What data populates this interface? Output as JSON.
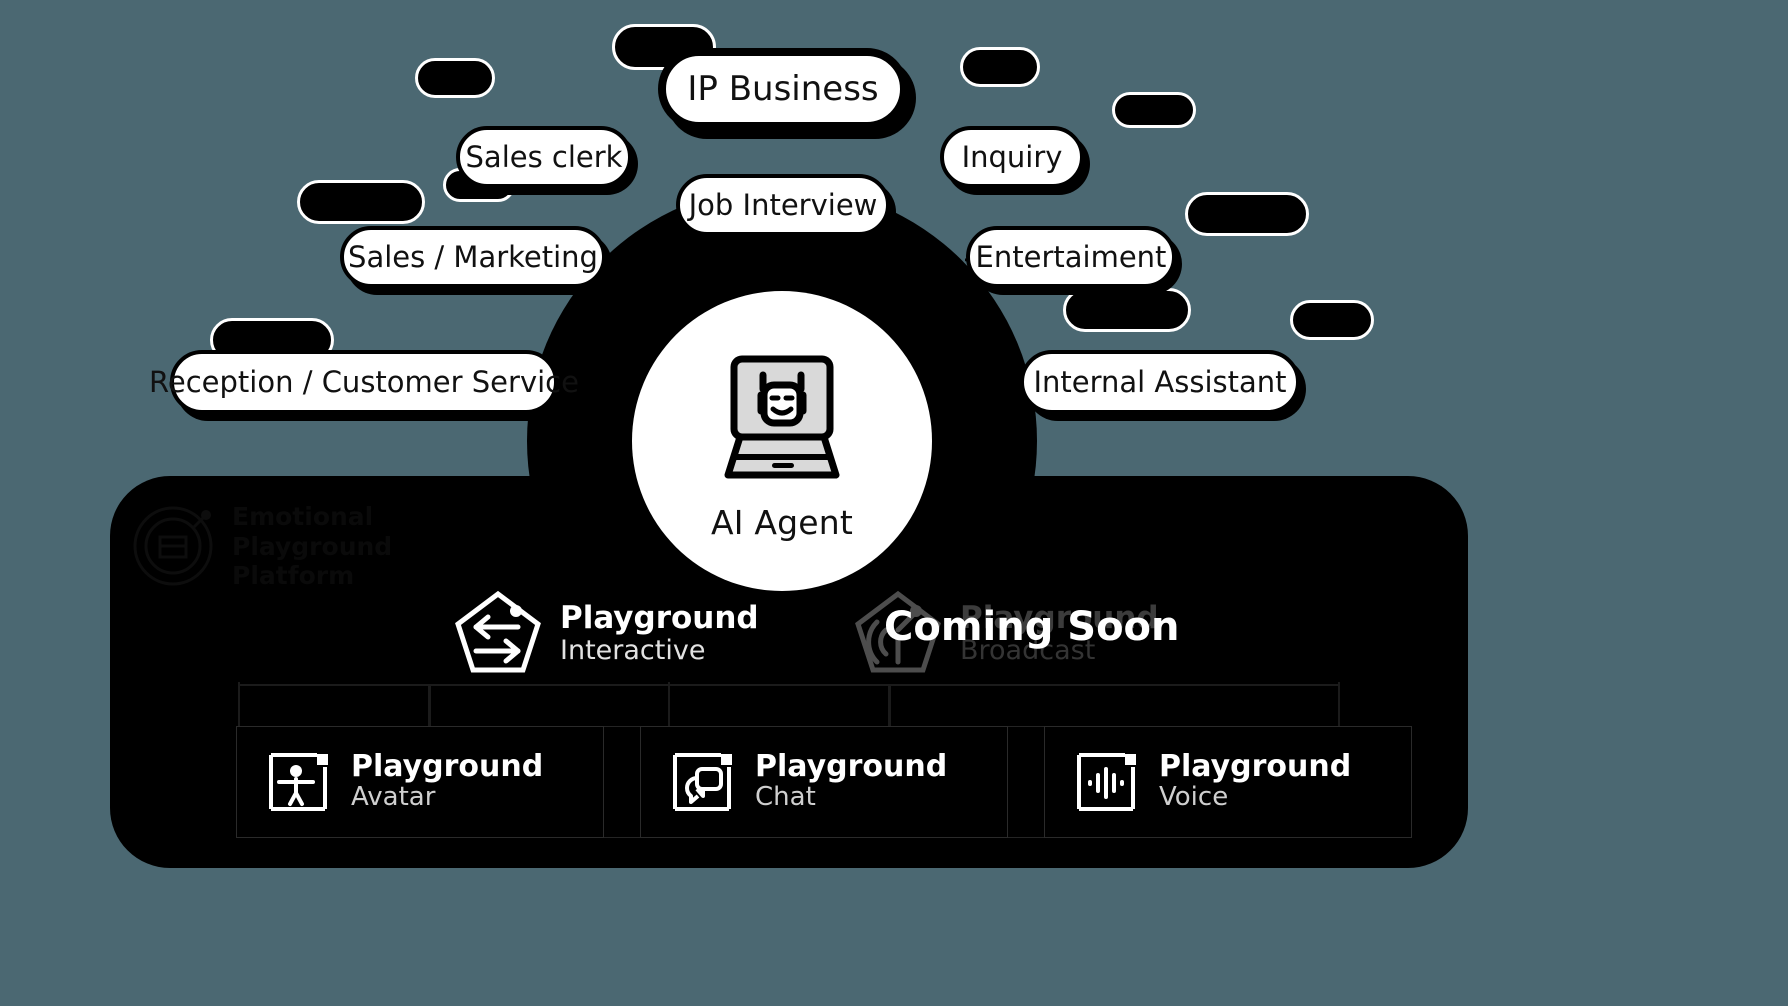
{
  "meta": {
    "background_color": "#4b6872",
    "panel_color": "#000000",
    "pill_fill": "#ffffff",
    "pill_border": "#000000",
    "accent_text": "#ffffff"
  },
  "center": {
    "label": "AI Agent",
    "icon": "laptop-robot-icon"
  },
  "use_cases": [
    {
      "id": "ip-business",
      "label": "IP Business"
    },
    {
      "id": "sales-clerk",
      "label": "Sales clerk"
    },
    {
      "id": "job-interview",
      "label": "Job Interview"
    },
    {
      "id": "inquiry",
      "label": "Inquiry"
    },
    {
      "id": "sales-marketing",
      "label": "Sales / Marketing"
    },
    {
      "id": "entertaiment",
      "label": "Entertaiment"
    },
    {
      "id": "reception-customer-service",
      "label": "Reception / Customer Service"
    },
    {
      "id": "internal-assistant",
      "label": "Internal Assistant"
    }
  ],
  "platform": {
    "logo": {
      "icon": "emotional-playground-platform-logo",
      "line1": "Emotional",
      "line2": "Playground",
      "line3": "Platform"
    },
    "coming_soon_label": "Coming Soon",
    "tiers": [
      {
        "id": "playground-interactive",
        "icon": "pentagon-exchange-arrows-icon",
        "title": "Playground",
        "subtitle": "Interactive",
        "state": "available"
      },
      {
        "id": "playground-broadcast",
        "icon": "pentagon-broadcast-signal-icon",
        "title": "Playground",
        "subtitle": "Broadcast",
        "state": "coming-soon"
      }
    ],
    "products": [
      {
        "id": "playground-avatar",
        "icon": "avatar-person-icon",
        "title": "Playground",
        "subtitle": "Avatar"
      },
      {
        "id": "playground-chat",
        "icon": "chat-bubbles-icon",
        "title": "Playground",
        "subtitle": "Chat"
      },
      {
        "id": "playground-voice",
        "icon": "voice-waveform-icon",
        "title": "Playground",
        "subtitle": "Voice"
      }
    ]
  }
}
